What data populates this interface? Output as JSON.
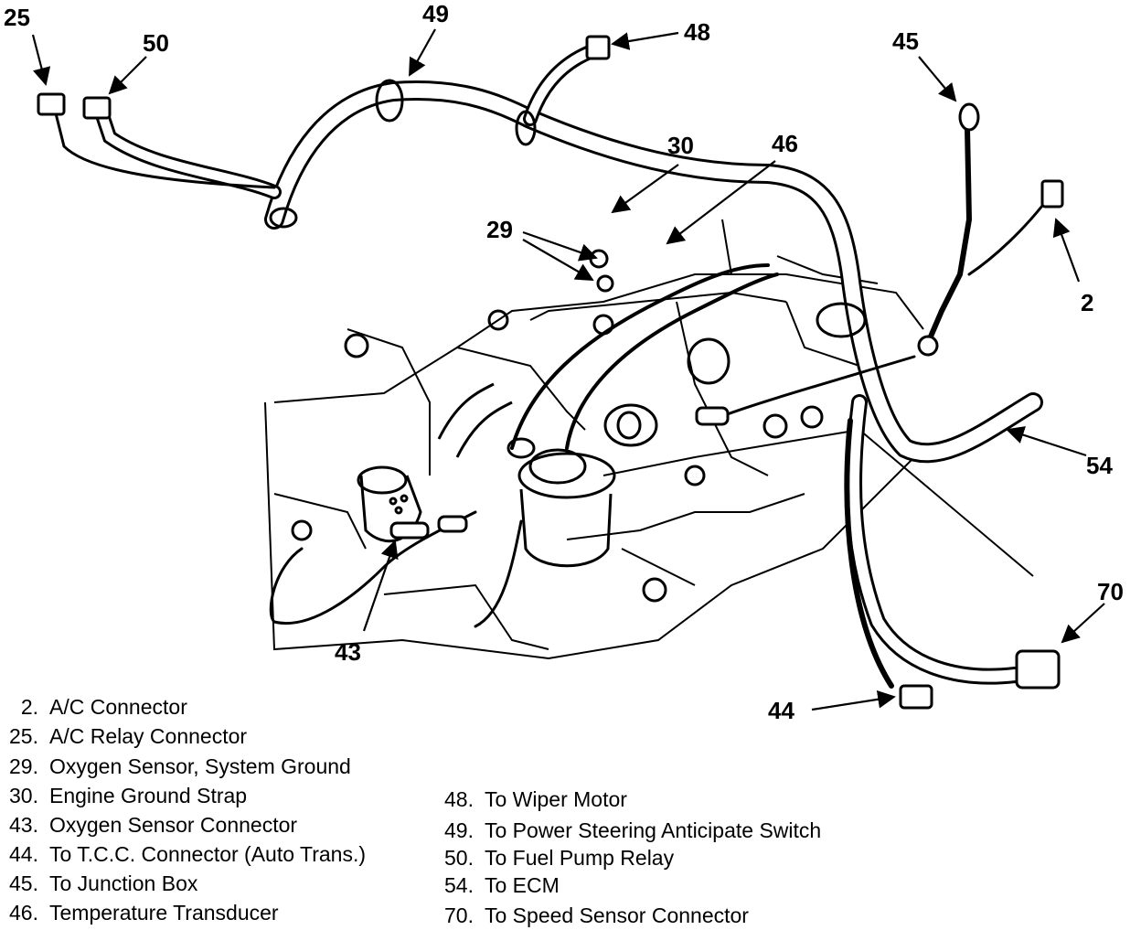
{
  "callouts": {
    "c25": "25",
    "c50": "50",
    "c49": "49",
    "c48": "48",
    "c45": "45",
    "c30": "30",
    "c46": "46",
    "c29": "29",
    "c2": "2",
    "c54": "54",
    "c70": "70",
    "c43": "43",
    "c44": "44"
  },
  "legend": {
    "left": [
      {
        "num": "2.",
        "text": "A/C Connector"
      },
      {
        "num": "25.",
        "text": "A/C Relay Connector"
      },
      {
        "num": "29.",
        "text": "Oxygen Sensor, System Ground"
      },
      {
        "num": "30.",
        "text": "Engine Ground Strap"
      },
      {
        "num": "43.",
        "text": "Oxygen Sensor Connector"
      },
      {
        "num": "44.",
        "text": "To T.C.C. Connector (Auto Trans.)"
      },
      {
        "num": "45.",
        "text": "To Junction Box"
      },
      {
        "num": "46.",
        "text": "Temperature Transducer"
      }
    ],
    "right": [
      {
        "num": "48.",
        "text": "To Wiper Motor"
      },
      {
        "num": "49.",
        "text": "To Power Steering Anticipate Switch"
      },
      {
        "num": "50.",
        "text": "To Fuel Pump Relay"
      },
      {
        "num": "54.",
        "text": "To ECM"
      },
      {
        "num": "70.",
        "text": "To Speed Sensor Connector"
      }
    ]
  }
}
